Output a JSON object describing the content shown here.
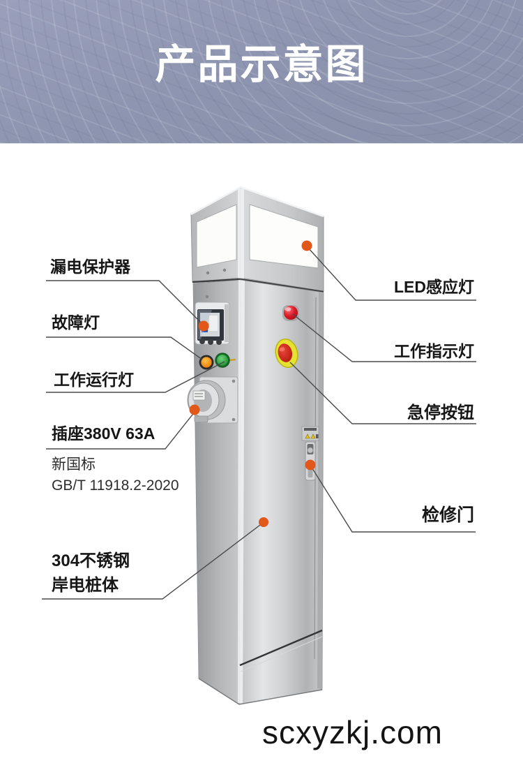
{
  "header": {
    "title": "产品示意图",
    "bg_color": "#8e95b0"
  },
  "callouts": {
    "leakage_protector": "漏电保护器",
    "fault_light": "故障灯",
    "running_light": "工作运行灯",
    "socket_spec": "插座380V 63A",
    "standard_note": "新国标\nGB/T 11918.2-2020",
    "pillar_body": "304不锈钢\n岸电桩体",
    "led_sensor_light": "LED感应灯",
    "work_indicator_light": "工作指示灯",
    "emergency_stop": "急停按钮",
    "access_door": "检修门"
  },
  "footer": {
    "website": "scxyzkj.com"
  },
  "colors": {
    "marker_dot": "#e2571a",
    "callout_line": "#4a4a4a",
    "indicator_red": "#c81422",
    "estop_yellow": "#e6e231",
    "button_green": "#2fa844",
    "button_amber": "#f09015"
  }
}
